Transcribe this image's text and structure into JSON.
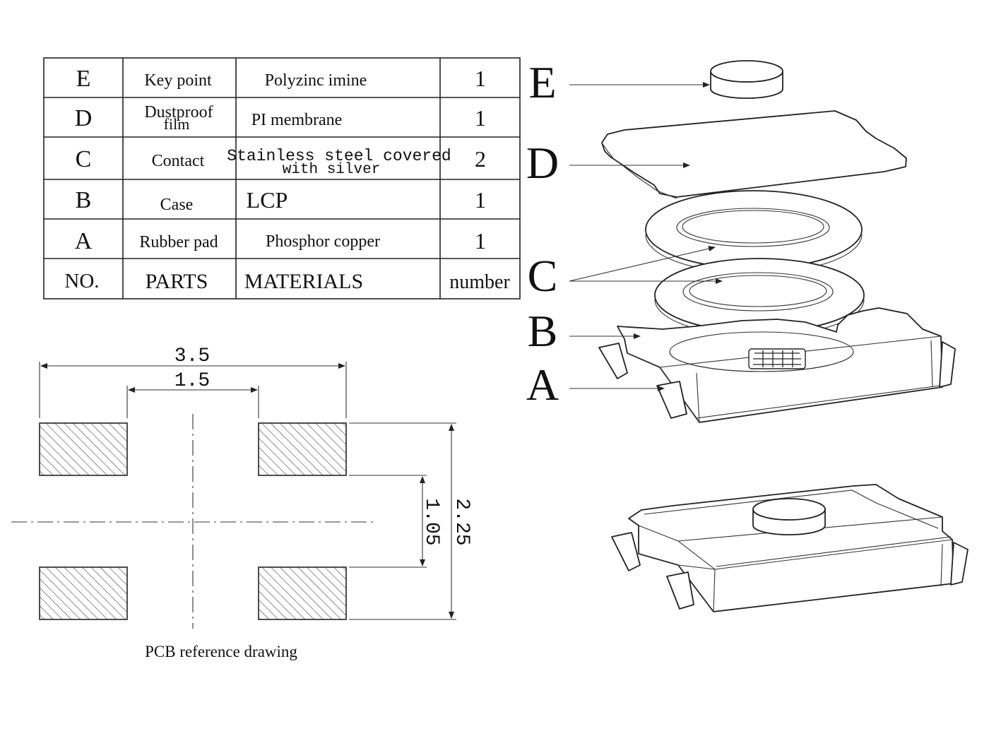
{
  "table": {
    "rows": [
      {
        "no": "E",
        "part": "Key point",
        "material": "Polyzinc imine",
        "number": "1"
      },
      {
        "no": "D",
        "part_line1": "Dustproof",
        "part_line2": "film",
        "material": "PI membrane",
        "number": "1"
      },
      {
        "no": "C",
        "part": "Contact",
        "material_line1": "Stainless steel covered",
        "material_line2": "with silver",
        "number": "2"
      },
      {
        "no": "B",
        "part": "Case",
        "material": "LCP",
        "number": "1"
      },
      {
        "no": "A",
        "part": "Rubber pad",
        "material": "Phosphor copper",
        "number": "1"
      }
    ],
    "header": {
      "no": "NO.",
      "part": "PARTS",
      "material": "MATERIALS",
      "number": "number"
    }
  },
  "pcb": {
    "dim_width": "3.5",
    "dim_gap": "1.5",
    "dim_height_outer": "2.25",
    "dim_height_inner": "1.05",
    "caption": "PCB reference drawing"
  },
  "exploded": {
    "labels": [
      "E",
      "D",
      "C",
      "B",
      "A"
    ]
  }
}
